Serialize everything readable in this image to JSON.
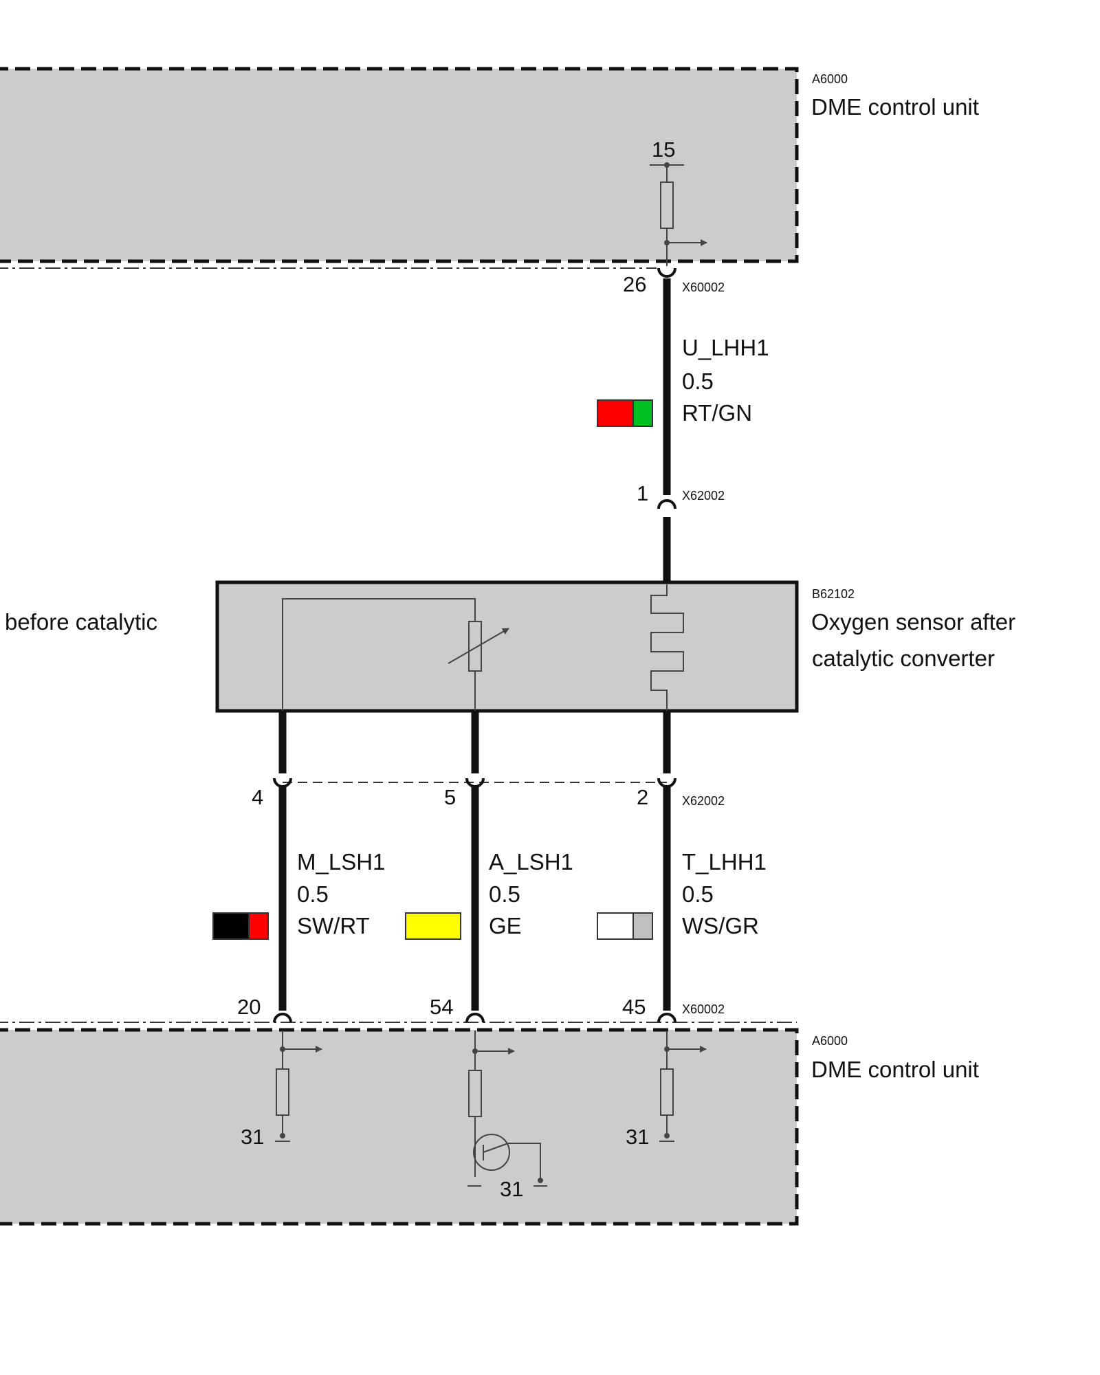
{
  "top_unit": {
    "code": "A6000",
    "name": "DME control unit",
    "supply_terminal": "15",
    "connector": "X60002",
    "pin": "26"
  },
  "wire_top": {
    "signal": "U_LHH1",
    "gauge": "0.5",
    "color_code": "RT/GN",
    "swatch": [
      "#ff0000",
      "#00c020"
    ]
  },
  "sensor_connector_top": {
    "connector": "X62002",
    "pin": "1"
  },
  "sensor": {
    "code": "B62102",
    "name_line1": "Oxygen sensor after",
    "name_line2": "catalytic  converter"
  },
  "left_partial_label": "before catalytic",
  "sensor_connector_bottom": {
    "connector": "X62002",
    "pins": [
      "4",
      "5",
      "2"
    ]
  },
  "wires_bottom": [
    {
      "signal": "M_LSH1",
      "gauge": "0.5",
      "color_code": "SW/RT",
      "swatch": [
        "#000000",
        "#ff0000"
      ]
    },
    {
      "signal": "A_LSH1",
      "gauge": "0.5",
      "color_code": "GE",
      "swatch": [
        "#ffff00"
      ]
    },
    {
      "signal": "T_LHH1",
      "gauge": "0.5",
      "color_code": "WS/GR",
      "swatch": [
        "#ffffff",
        "#c0c0c0"
      ]
    }
  ],
  "bottom_unit": {
    "code": "A6000",
    "name": "DME control unit",
    "connector": "X60002",
    "pins": [
      "20",
      "54",
      "45"
    ],
    "ground_labels": [
      "31",
      "31",
      "31"
    ]
  },
  "colors": {
    "unit_fill": "#cccccc",
    "line": "#111111",
    "component_line": "#444444"
  }
}
